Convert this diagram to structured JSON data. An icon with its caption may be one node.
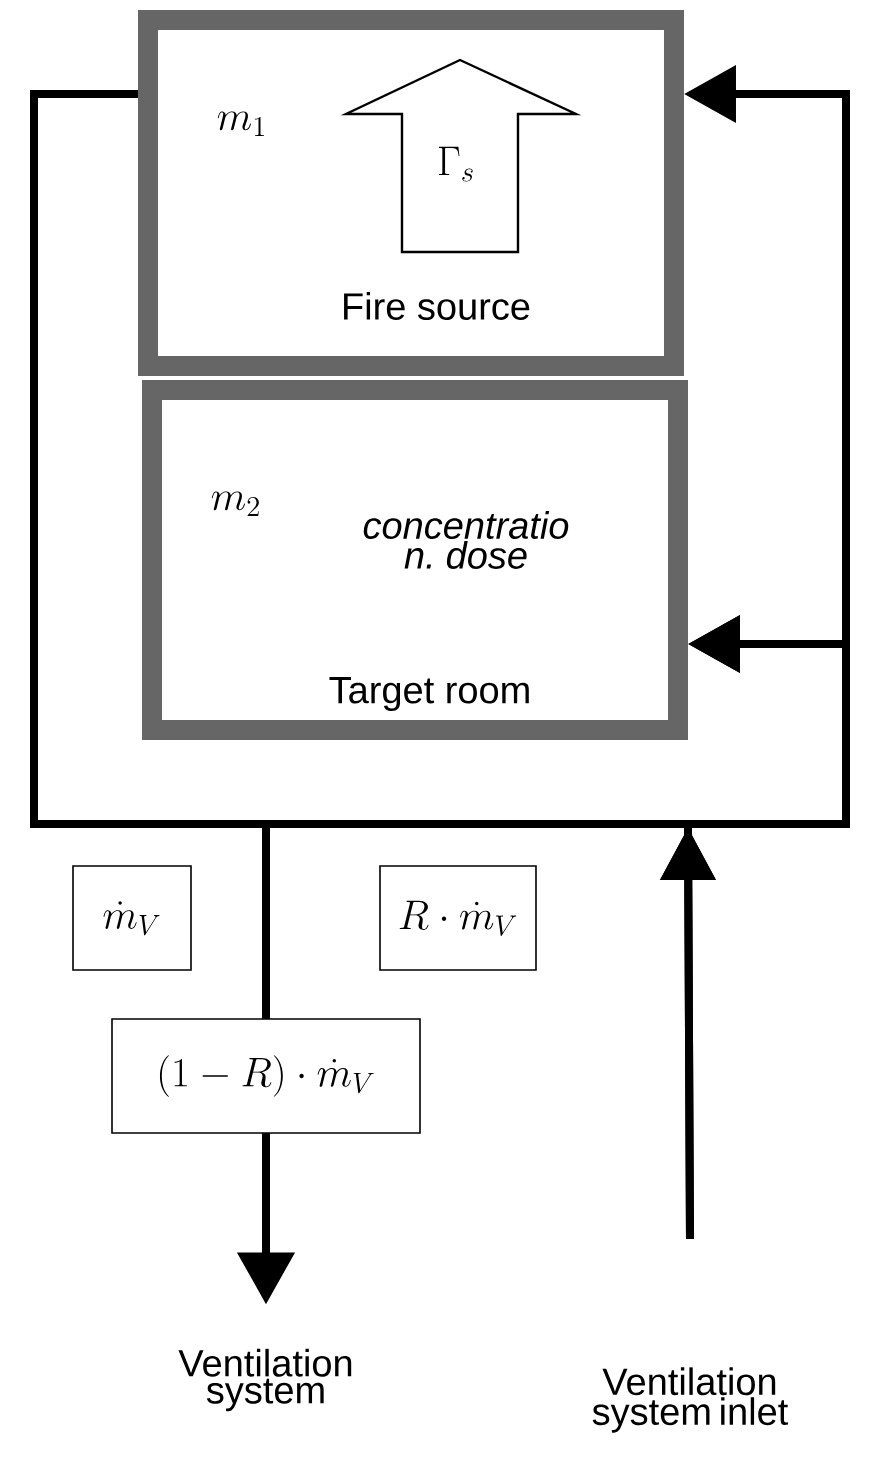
{
  "diagram": {
    "nodes": [
      {
        "text": [
          "m_1",
          "Fire source"
        ]
      },
      {
        "text": [
          "\\Gamma_s"
        ],
        "in": 0
      },
      {
        "text": [
          "m_2",
          "concentratio n. dose",
          "Target room"
        ]
      },
      {
        "text": [
          "Ventilation system"
        ]
      },
      {
        "text": [
          "Ventilation system inlet"
        ]
      }
    ],
    "edges": [
      {
        "from": 0,
        "to": 3,
        "arrow": "to",
        "label": "(1-R)\\cdot\\dot{m}_V"
      },
      {
        "from": 0,
        "to": 2,
        "arrow": "to"
      },
      {
        "from": 4,
        "to": 0,
        "arrow": "to"
      },
      {
        "from": 4,
        "to": 2,
        "arrow": "to"
      }
    ],
    "labels": [
      "\\dot{m}_V",
      "R\\cdot\\dot{m}_V"
    ]
  }
}
